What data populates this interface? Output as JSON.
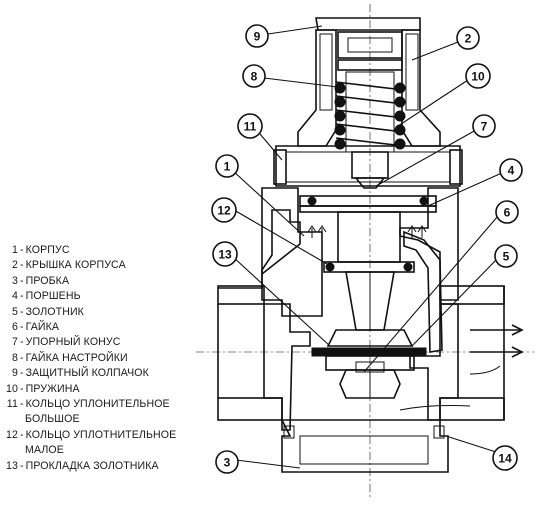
{
  "legend": [
    {
      "num": "1",
      "label": "КОРПУС"
    },
    {
      "num": "2",
      "label": "КРЫШКА КОРПУСА"
    },
    {
      "num": "3",
      "label": "ПРОБКА"
    },
    {
      "num": "4",
      "label": "ПОРШЕНЬ"
    },
    {
      "num": "5",
      "label": "ЗОЛОТНИК"
    },
    {
      "num": "6",
      "label": "ГАЙКА"
    },
    {
      "num": "7",
      "label": "УПОРНЫЙ КОНУС"
    },
    {
      "num": "8",
      "label": "ГАЙКА НАСТРОЙКИ"
    },
    {
      "num": "9",
      "label": "ЗАЩИТНЫЙ КОЛПАЧОК"
    },
    {
      "num": "10",
      "label": "ПРУЖИНА"
    },
    {
      "num": "11",
      "label": "КОЛЬЦО УПЛОНИТЕЛЬНОЕ",
      "label2": "БОЛЬШОЕ"
    },
    {
      "num": "12",
      "label": "КОЛЬЦО УПЛОТНИТЕЛЬНОЕ",
      "label2": "МАЛОЕ"
    },
    {
      "num": "13",
      "label": "ПРОКЛАДКА ЗОЛОТНИКА"
    }
  ],
  "callouts": [
    "9",
    "2",
    "8",
    "10",
    "11",
    "7",
    "1",
    "4",
    "12",
    "6",
    "13",
    "5",
    "3",
    "14"
  ]
}
